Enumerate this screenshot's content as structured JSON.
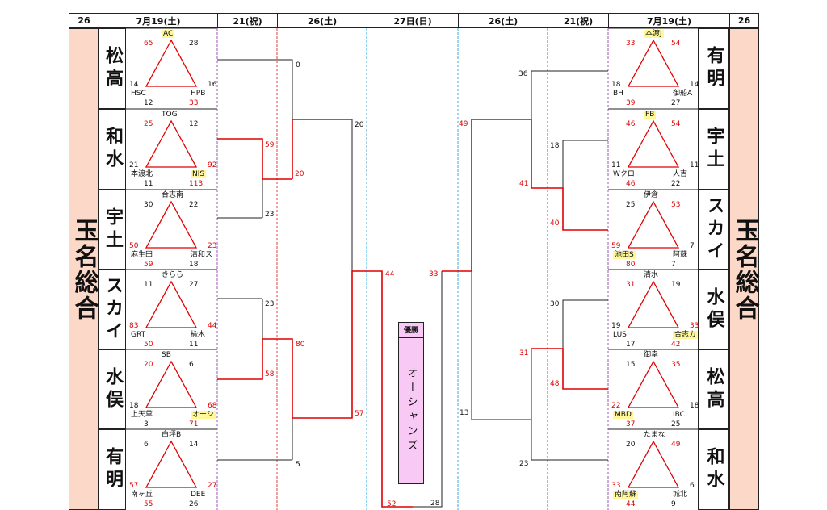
{
  "headers": {
    "left_num": "26",
    "left_date": "7月19(土)",
    "l21": "21(祝)",
    "l26": "26(土)",
    "final": "27日(日)",
    "r26": "26(土)",
    "r21": "21(祝)",
    "right_date": "7月19(土)",
    "right_num": "26"
  },
  "venue_left": "玉名総合",
  "venue_right": "玉名総合",
  "left_teams": [
    "松高",
    "和水",
    "宇土",
    "スカイ",
    "水俣",
    "有明"
  ],
  "right_teams": [
    "有明",
    "宇土",
    "スカイ",
    "水俣",
    "松高",
    "和水"
  ],
  "left_groups": [
    {
      "top": "AC",
      "lt": "65",
      "rt": "28",
      "lm": "14",
      "rm": "16",
      "bl": "HSC",
      "br": "HPB",
      "lb": "12",
      "rb": "33"
    },
    {
      "top": "TOG",
      "lt": "25",
      "rt": "12",
      "lm": "21",
      "rm": "92",
      "bl": "本渡北",
      "br": "NIS",
      "lb": "11",
      "rb": "113"
    },
    {
      "top": "合志南",
      "lt": "30",
      "rt": "22",
      "lm": "50",
      "rm": "23",
      "bl": "麻生田",
      "br": "清和ス",
      "lb": "59",
      "rb": "18"
    },
    {
      "top": "きらら",
      "lt": "11",
      "rt": "27",
      "lm": "83",
      "rm": "44",
      "bl": "GRT",
      "br": "楡木",
      "lb": "50",
      "rb": "11"
    },
    {
      "top": "SB",
      "lt": "20",
      "rt": "6",
      "lm": "18",
      "rm": "68",
      "bl": "上天草",
      "br": "オーシ",
      "lb": "3",
      "rb": "71"
    },
    {
      "top": "白坪B",
      "lt": "6",
      "rt": "14",
      "lm": "57",
      "rm": "27",
      "bl": "南ヶ丘",
      "br": "DEE",
      "lb": "55",
      "rb": "26"
    }
  ],
  "right_groups": [
    {
      "top": "本渡J",
      "lt": "33",
      "rt": "54",
      "lm": "18",
      "rm": "14",
      "bl": "BH",
      "br": "御船A",
      "lb": "39",
      "rb": "27"
    },
    {
      "top": "FB",
      "lt": "46",
      "rt": "54",
      "lm": "11",
      "rm": "11",
      "bl": "Wクロ",
      "br": "人吉",
      "lb": "46",
      "rb": "22"
    },
    {
      "top": "伊倉",
      "lt": "25",
      "rt": "53",
      "lm": "59",
      "rm": "7",
      "bl": "池田S",
      "br": "阿蘇",
      "lb": "80",
      "rb": "7"
    },
    {
      "top": "清水",
      "lt": "31",
      "rt": "19",
      "lm": "19",
      "rm": "33",
      "bl": "LUS",
      "br": "合志カ",
      "lb": "17",
      "rb": "42"
    },
    {
      "top": "御幸",
      "lt": "15",
      "rt": "35",
      "lm": "22",
      "rm": "18",
      "bl": "MBD",
      "br": "IBC",
      "lb": "37",
      "rb": "25"
    },
    {
      "top": "たまな",
      "lt": "20",
      "rt": "49",
      "lm": "33",
      "rm": "6",
      "bl": "南阿蘇",
      "br": "城北",
      "lb": "44",
      "rb": "9"
    }
  ],
  "bracket_scores": {
    "l1": "0",
    "l2": "59",
    "l3": "20",
    "l4": "23",
    "l5": "23",
    "l6": "80",
    "l7": "58",
    "l8": "5",
    "l9": "20",
    "l10": "57",
    "l11": "44",
    "l12": "52",
    "r1": "36",
    "r2": "18",
    "r3": "41",
    "r4": "40",
    "r5": "30",
    "r6": "31",
    "r7": "48",
    "r8": "23",
    "r9": "49",
    "r10": "13",
    "r11": "33",
    "r12": "28"
  },
  "champion_label": "優勝",
  "champion": "オーシャンズ",
  "colors": {
    "venue_bg": "#fbd8c8",
    "win_line": "#e00000",
    "highlight": "#fff79a",
    "champion_bg": "#f7c9f4"
  }
}
